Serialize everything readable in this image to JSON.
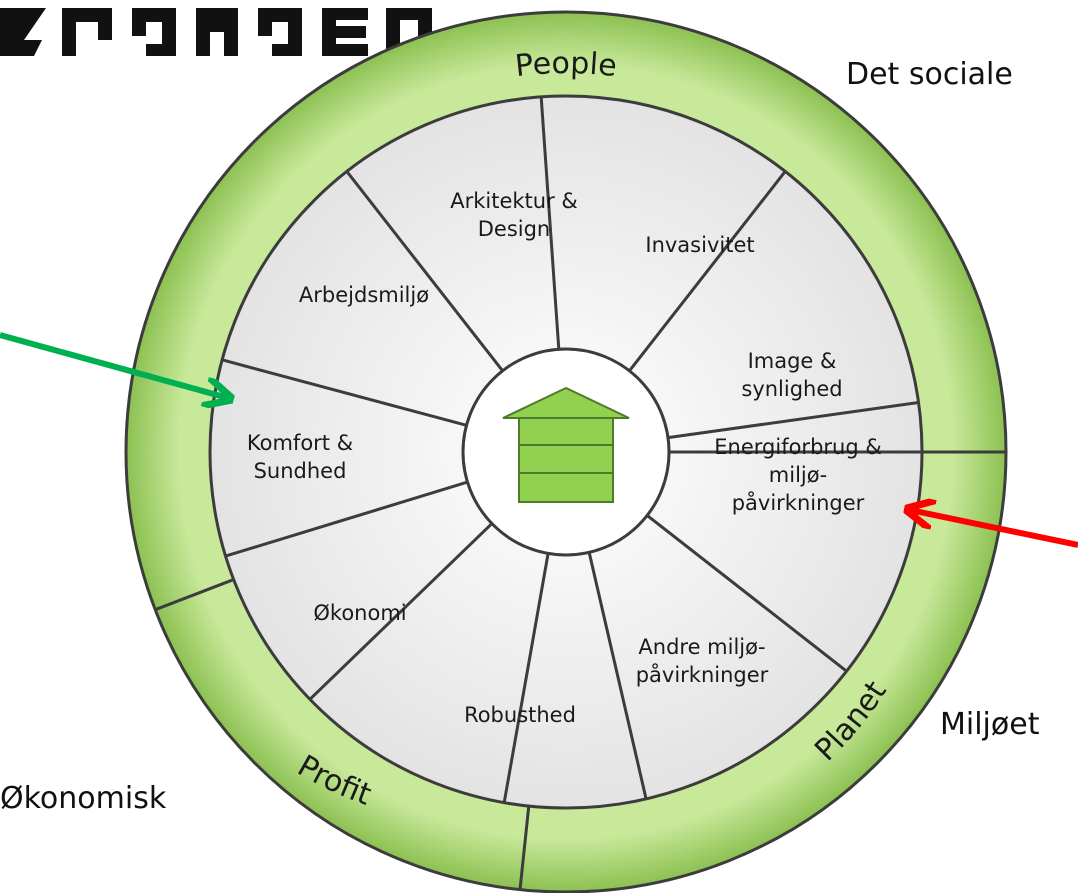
{
  "diagram": {
    "colors": {
      "ring_light": "#c8e89a",
      "ring_dark": "#8cc152",
      "segment_light": "#f7f7f7",
      "segment_dark": "#e3e3e3",
      "house_fill": "#92d050",
      "house_stroke": "#4e7a2a",
      "arrow_green": "#00b050",
      "arrow_red": "#ff0000",
      "line": "#3c3c3c"
    },
    "ring_labels": {
      "people": "People",
      "profit": "Profit",
      "planet": "Planet"
    },
    "outer_labels": {
      "social": "Det sociale",
      "economic": "Økonomisk",
      "environment": "Miljøet"
    },
    "segments": [
      {
        "name": "segment-arkitektur-design",
        "lines": [
          "Arkitektur &",
          "Design"
        ]
      },
      {
        "name": "segment-invasivitet",
        "lines": [
          "Invasivitet"
        ]
      },
      {
        "name": "segment-image-synlighed",
        "lines": [
          "Image &",
          "synlighed"
        ]
      },
      {
        "name": "segment-energiforbrug",
        "lines": [
          "Energiforbrug &",
          "miljø-",
          "påvirkninger"
        ]
      },
      {
        "name": "segment-andre-miljopavirkninger",
        "lines": [
          "Andre miljø-",
          "påvirkninger"
        ]
      },
      {
        "name": "segment-robusthed",
        "lines": [
          "Robusthed"
        ]
      },
      {
        "name": "segment-okonomi",
        "lines": [
          "Økonomi"
        ]
      },
      {
        "name": "segment-komfort-sundhed",
        "lines": [
          "Komfort &",
          "Sundhed"
        ]
      },
      {
        "name": "segment-arbejdsmiljo",
        "lines": [
          "Arbejdsmiljø"
        ]
      }
    ],
    "center_icon": "house-stack-icon",
    "arrows": [
      "green-arrow-icon",
      "red-arrow-icon"
    ]
  }
}
